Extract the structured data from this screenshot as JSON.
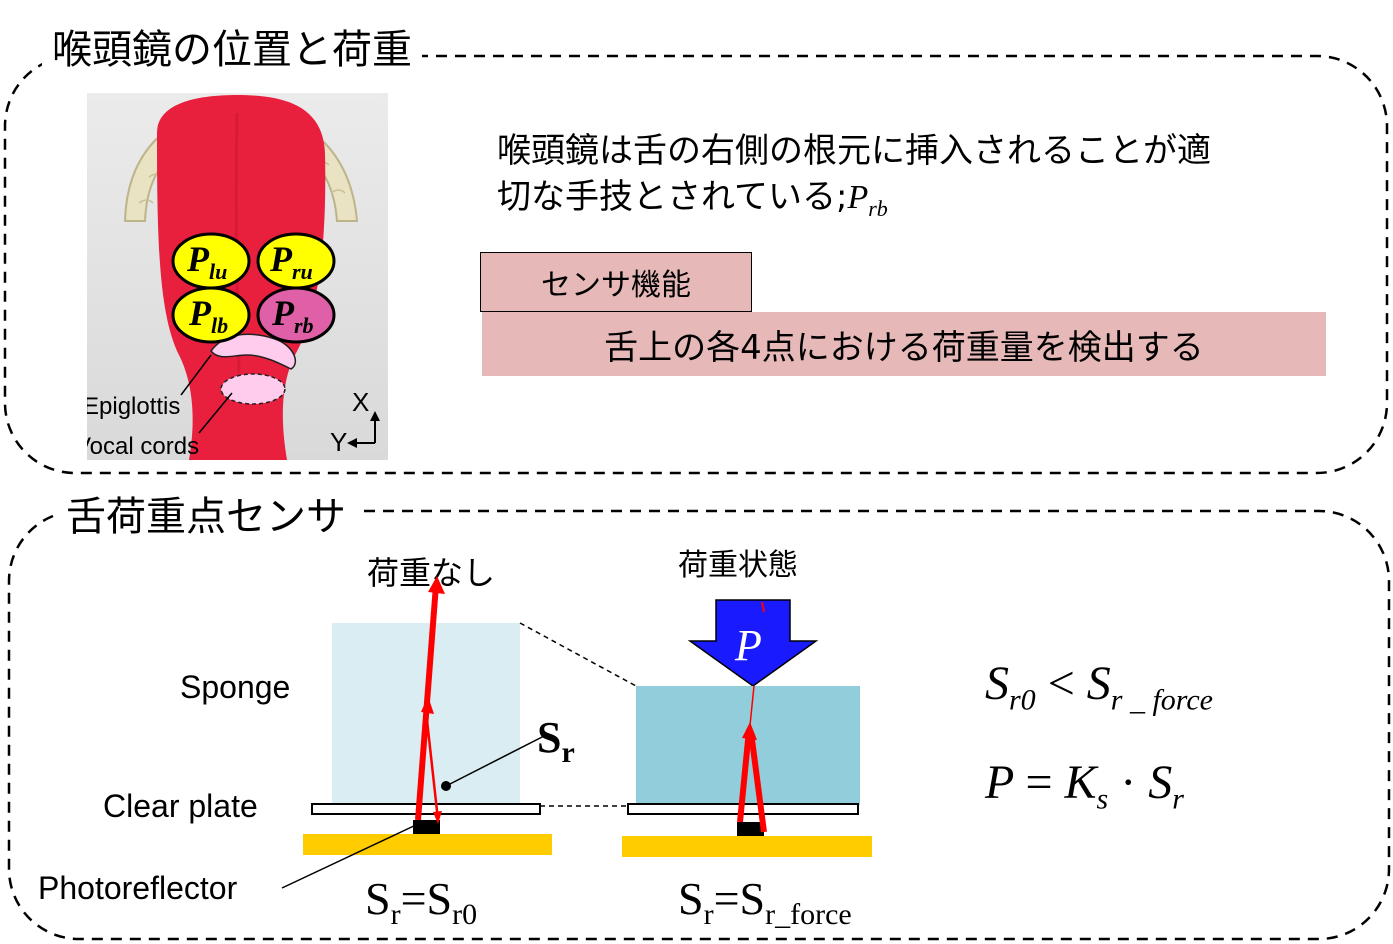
{
  "top_section": {
    "title": "喉頭鏡の位置と荷重",
    "description_line1": "喉頭鏡は舌の右側の根元に挿入されることが適",
    "description_line2": "切な手技とされている;",
    "description_symbol": "P",
    "description_symbol_sub": "rb",
    "sensor_function_label": "センサ機能",
    "sensor_function_text": "舌上の各4点における荷重量を検出する",
    "photo": {
      "points": [
        {
          "symbol": "P",
          "sub": "lu"
        },
        {
          "symbol": "P",
          "sub": "ru"
        },
        {
          "symbol": "P",
          "sub": "lb"
        },
        {
          "symbol": "P",
          "sub": "rb"
        }
      ],
      "epiglottis_label": "Epiglottis",
      "vocal_cords_label": "Vocal cords",
      "axis_x_label": "X",
      "axis_y_label": "Y"
    },
    "colors": {
      "point_yellow": "#ffff00",
      "point_highlight": "#e060a8",
      "tongue_red": "#e8203e",
      "label_box": "#e6b8b8"
    }
  },
  "bottom_section": {
    "title": "舌荷重点センサ",
    "no_load_label": "荷重なし",
    "load_label": "荷重状態",
    "force_symbol": "P",
    "sponge_label": "Sponge",
    "clear_plate_label": "Clear plate",
    "photoreflector_label": "Photoreflector",
    "sr_label": "S",
    "sr_label_sub": "r",
    "left_equation": {
      "lhs": "S",
      "lhs_sub": "r",
      "eq": "=",
      "rhs": "S",
      "rhs_sub": "r0"
    },
    "right_equation": {
      "lhs": "S",
      "lhs_sub": "r",
      "eq": "=",
      "rhs": "S",
      "rhs_sub": "r_force"
    },
    "formula1": {
      "a": "S",
      "a_sub": "r0",
      "op": "<",
      "b": "S",
      "b_sub": "r _ force"
    },
    "formula2": {
      "a": "P",
      "op": "=",
      "b": "K",
      "b_sub": "s",
      "dot": "·",
      "c": "S",
      "c_sub": "r"
    },
    "colors": {
      "sponge_light": "#daedf2",
      "sponge_dark": "#92cddc",
      "base_yellow": "#ffcc00",
      "light_ray": "#ff0000",
      "arrow_blue": "#1a1aff"
    }
  }
}
